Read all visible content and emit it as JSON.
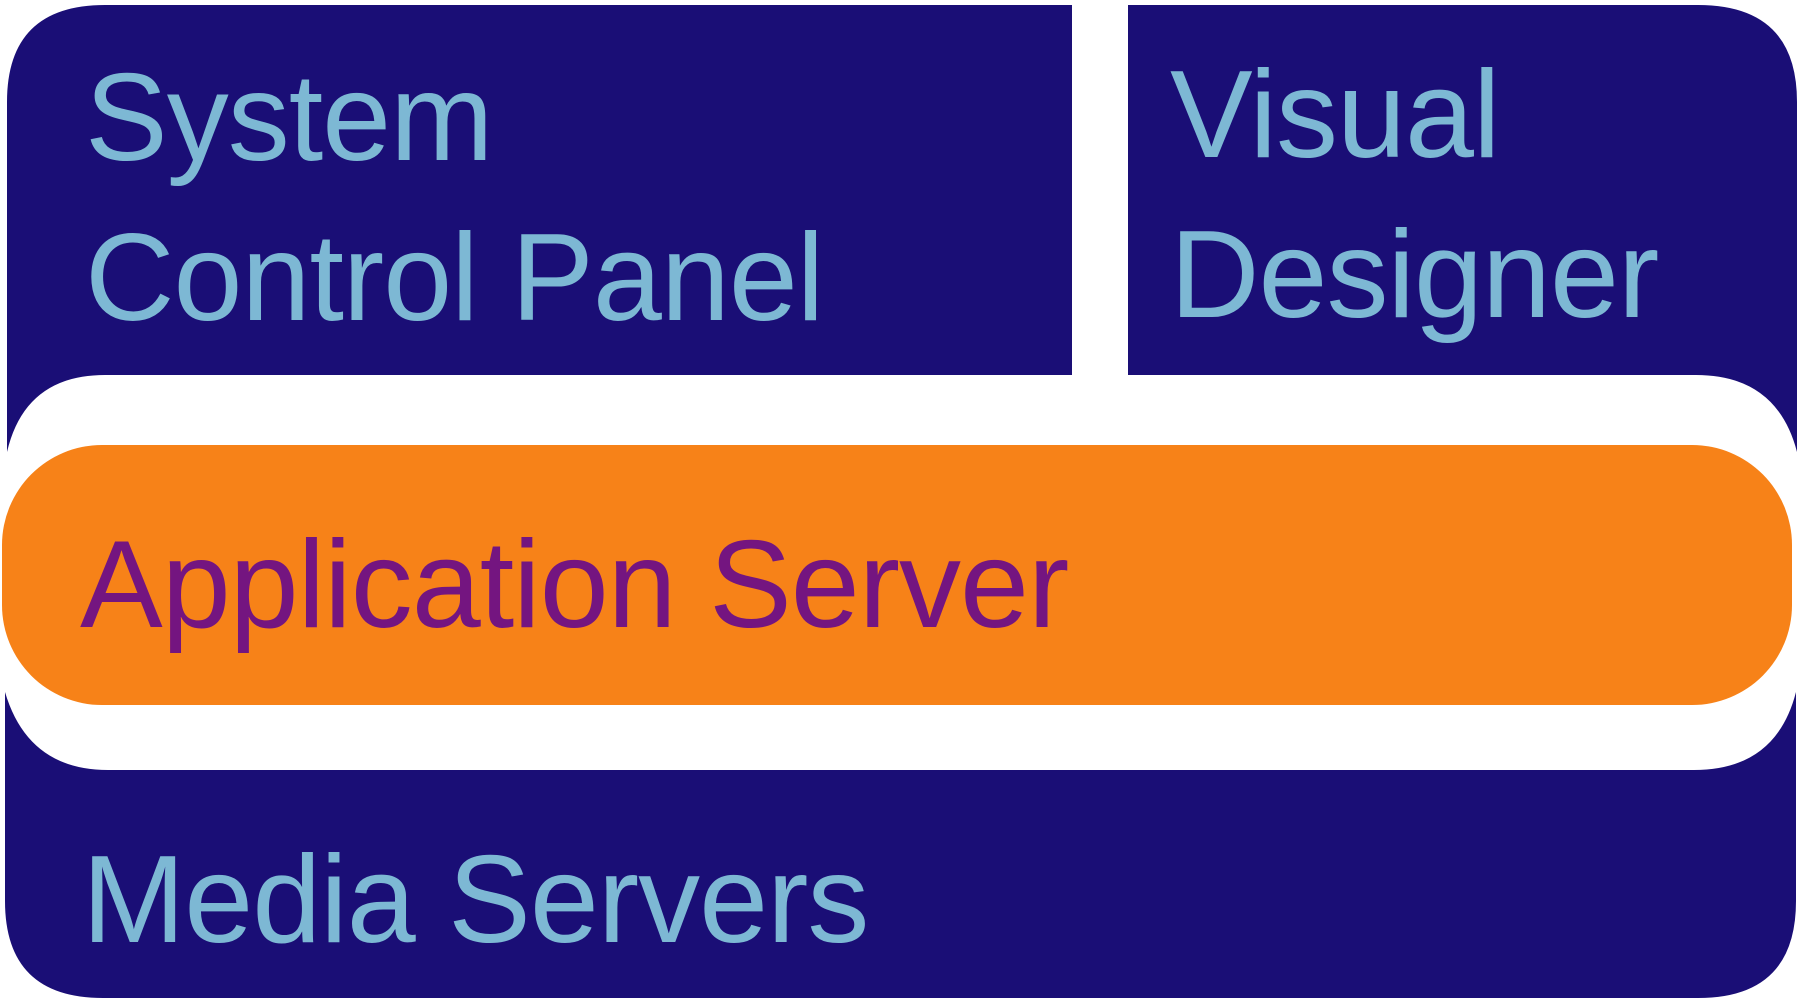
{
  "diagram": {
    "blocks": {
      "system_control_panel": {
        "line1": "System",
        "line2": "Control Panel"
      },
      "visual_designer": {
        "line1": "Visual",
        "line2": "Designer"
      },
      "application_server": {
        "label": "Application Server"
      },
      "media_servers": {
        "label": "Media Servers"
      }
    }
  },
  "colors": {
    "navy": "#1a0e76",
    "orange": "#f78218",
    "light_blue_text": "#7db8d4",
    "purple_text": "#741580",
    "background": "#ffffff"
  }
}
